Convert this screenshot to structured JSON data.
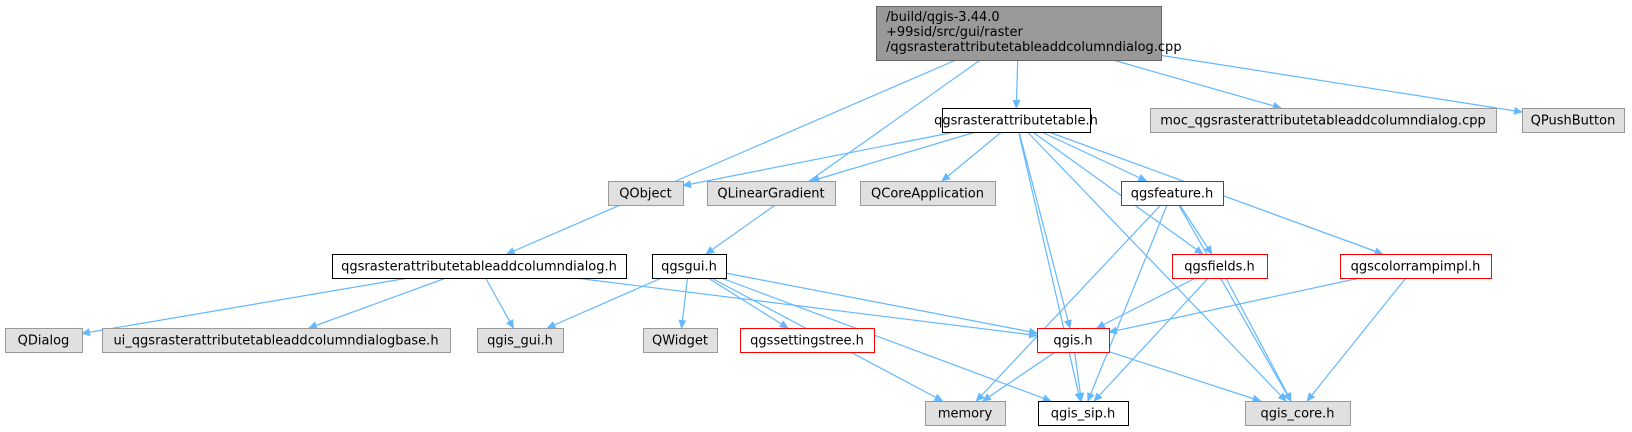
{
  "colors": {
    "edge": "#63b8ff",
    "root_fill": "#999999",
    "root_border": "#666666",
    "plain_fill": "#ffffff",
    "plain_border": "#000000",
    "system_fill": "#e0e0e0",
    "system_border": "#999999",
    "truncated_fill": "#ffffff",
    "truncated_border": "#ff0000"
  },
  "nodes": {
    "root": {
      "lines": [
        "/build/qgis-3.44.0",
        "+99sid/src/gui/raster",
        "/qgsrasterattributetableaddcolumndialog.cpp"
      ],
      "style": "root"
    },
    "qgsrasterattributetable_h": {
      "lines": [
        "qgsrasterattributetable.h"
      ],
      "style": "plain"
    },
    "moc_cpp": {
      "lines": [
        "moc_qgsrasterattributetableaddcolumndialog.cpp"
      ],
      "style": "system"
    },
    "qpushbutton": {
      "lines": [
        "QPushButton"
      ],
      "style": "system"
    },
    "qobject": {
      "lines": [
        "QObject"
      ],
      "style": "system"
    },
    "qlineargradient": {
      "lines": [
        "QLinearGradient"
      ],
      "style": "system"
    },
    "qcoreapplication": {
      "lines": [
        "QCoreApplication"
      ],
      "style": "system"
    },
    "qgsfeature_h": {
      "lines": [
        "qgsfeature.h"
      ],
      "style": "truncated"
    },
    "qgscolorrampimpl_h": {
      "lines": [
        "qgscolorrampimpl.h"
      ],
      "style": "truncated"
    },
    "dialog_h": {
      "lines": [
        "qgsrasterattributetableaddcolumndialog.h"
      ],
      "style": "plain"
    },
    "qgsgui_h": {
      "lines": [
        "qgsgui.h"
      ],
      "style": "plain"
    },
    "qgsfields_h": {
      "lines": [
        "qgsfields.h"
      ],
      "style": "truncated"
    },
    "qdialog": {
      "lines": [
        "QDialog"
      ],
      "style": "system"
    },
    "ui_base_h": {
      "lines": [
        "ui_qgsrasterattributetableaddcolumndialogbase.h"
      ],
      "style": "system"
    },
    "qgis_gui_h": {
      "lines": [
        "qgis_gui.h"
      ],
      "style": "system"
    },
    "qwidget": {
      "lines": [
        "QWidget"
      ],
      "style": "system"
    },
    "qgssettingstree_h": {
      "lines": [
        "qgssettingstree.h"
      ],
      "style": "truncated"
    },
    "qgis_h": {
      "lines": [
        "qgis.h"
      ],
      "style": "truncated"
    },
    "memory": {
      "lines": [
        "memory"
      ],
      "style": "system"
    },
    "qgis_sip_h": {
      "lines": [
        "qgis_sip.h"
      ],
      "style": "plain"
    },
    "qgis_core_h": {
      "lines": [
        "qgis_core.h"
      ],
      "style": "system"
    }
  },
  "edges": [
    [
      "root",
      "dialog_h"
    ],
    [
      "root",
      "qgsgui_h"
    ],
    [
      "root",
      "qgsrasterattributetable_h"
    ],
    [
      "root",
      "moc_cpp"
    ],
    [
      "root",
      "qpushbutton"
    ],
    [
      "dialog_h",
      "qdialog"
    ],
    [
      "dialog_h",
      "ui_base_h"
    ],
    [
      "dialog_h",
      "qgis_gui_h"
    ],
    [
      "dialog_h",
      "qgis_h"
    ],
    [
      "qgsgui_h",
      "qgis_gui_h"
    ],
    [
      "qgsgui_h",
      "qwidget"
    ],
    [
      "qgsgui_h",
      "qgssettingstree_h"
    ],
    [
      "qgsgui_h",
      "qgis_h"
    ],
    [
      "qgsgui_h",
      "memory"
    ],
    [
      "qgsgui_h",
      "qgis_sip_h"
    ],
    [
      "qgsrasterattributetable_h",
      "qobject"
    ],
    [
      "qgsrasterattributetable_h",
      "qlineargradient"
    ],
    [
      "qgsrasterattributetable_h",
      "qcoreapplication"
    ],
    [
      "qgsrasterattributetable_h",
      "qgsfeature_h"
    ],
    [
      "qgsrasterattributetable_h",
      "qgsfields_h"
    ],
    [
      "qgsrasterattributetable_h",
      "qgscolorrampimpl_h"
    ],
    [
      "qgsrasterattributetable_h",
      "qgis_h"
    ],
    [
      "qgsrasterattributetable_h",
      "qgis_sip_h"
    ],
    [
      "qgsrasterattributetable_h",
      "qgis_core_h"
    ],
    [
      "qgsfeature_h",
      "qgsfields_h"
    ],
    [
      "qgsfeature_h",
      "memory"
    ],
    [
      "qgsfeature_h",
      "qgis_sip_h"
    ],
    [
      "qgsfeature_h",
      "qgis_core_h"
    ],
    [
      "qgsfields_h",
      "qgis_h"
    ],
    [
      "qgsfields_h",
      "qgis_sip_h"
    ],
    [
      "qgsfields_h",
      "qgis_core_h"
    ],
    [
      "qgscolorrampimpl_h",
      "qgis_h"
    ],
    [
      "qgscolorrampimpl_h",
      "qgis_core_h"
    ],
    [
      "qgis_h",
      "memory"
    ],
    [
      "qgis_h",
      "qgis_sip_h"
    ],
    [
      "qgis_h",
      "qgis_core_h"
    ]
  ]
}
